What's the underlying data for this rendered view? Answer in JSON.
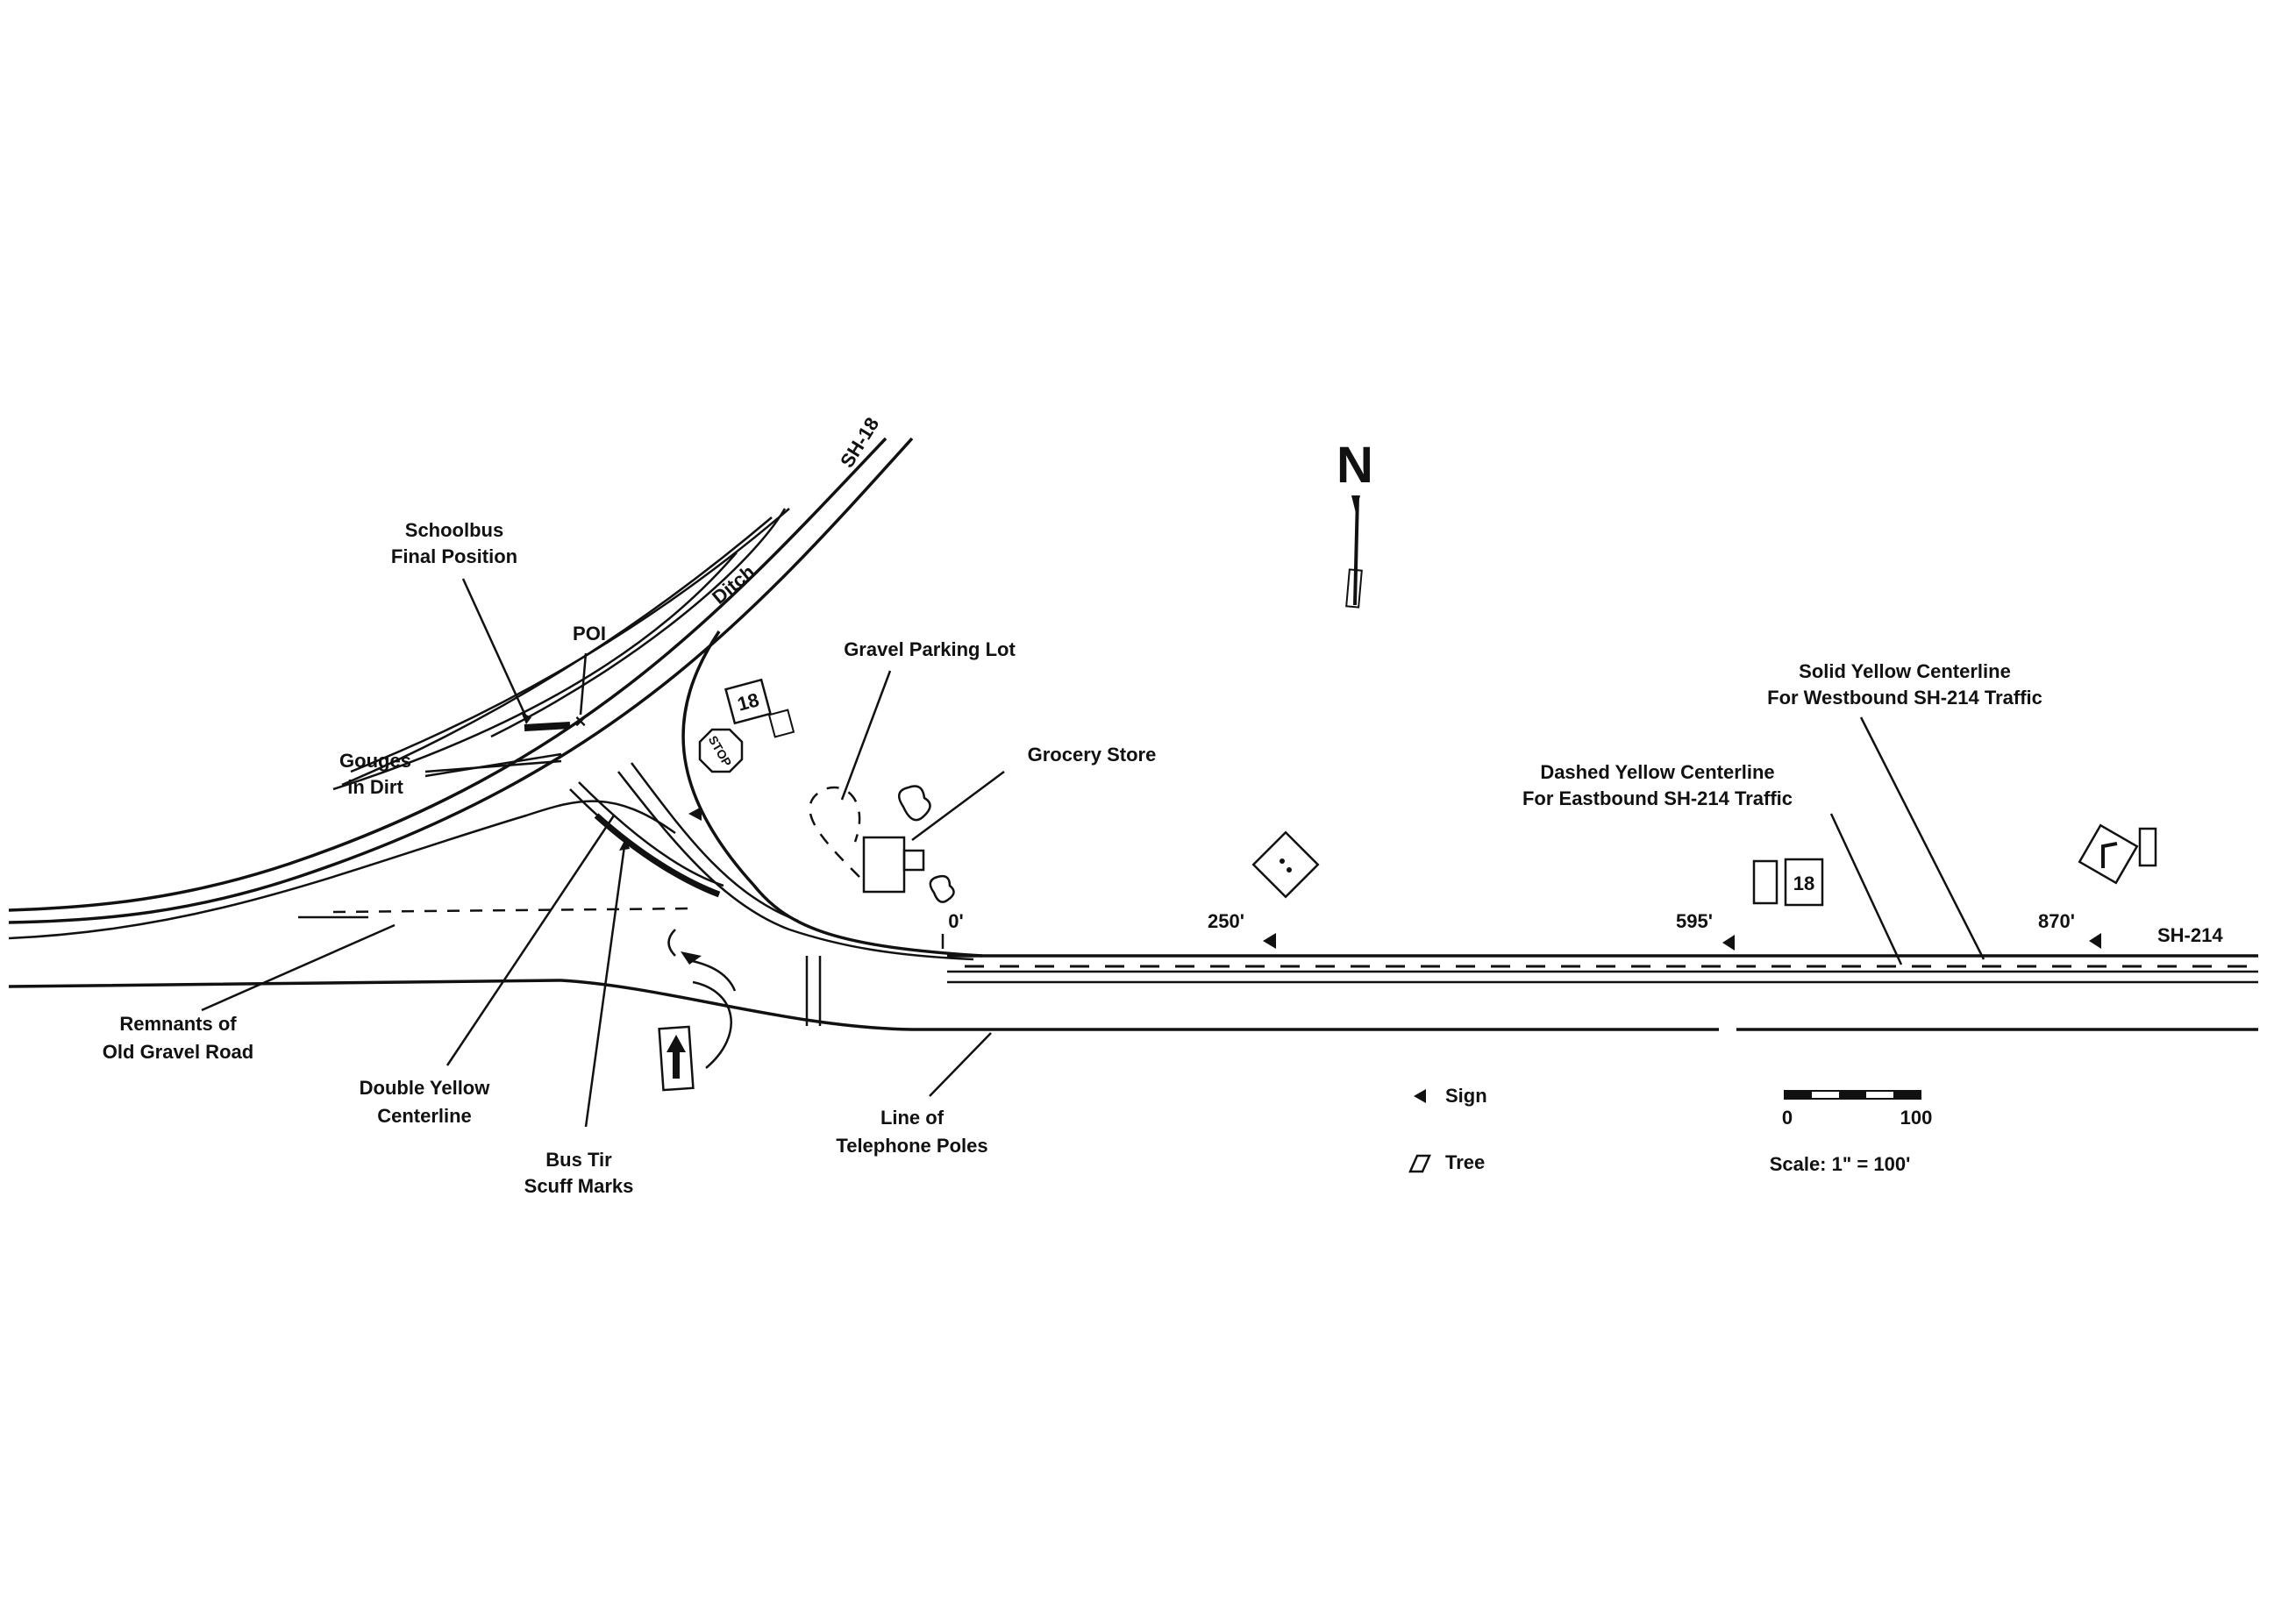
{
  "north": {
    "label": "N"
  },
  "roads": {
    "sh18": "SH-18",
    "sh214": "SH-214",
    "ditch": "Ditch"
  },
  "labels": {
    "schoolbus_line1": "Schoolbus",
    "schoolbus_line2": "Final Position",
    "poi": "POI",
    "gouges_line1": "Gouges",
    "gouges_line2": "in Dirt",
    "gravel_lot": "Gravel Parking Lot",
    "grocery": "Grocery Store",
    "remnants_line1": "Remnants of",
    "remnants_line2": "Old Gravel Road",
    "double_yellow_line1": "Double Yellow",
    "double_yellow_line2": "Centerline",
    "bus_tire_line1": "Bus Tir",
    "bus_tire_line2": "Scuff Marks",
    "telephone_line1": "Line of",
    "telephone_line2": "Telephone Poles",
    "solid_yellow_line1": "Solid Yellow Centerline",
    "solid_yellow_line2": "For Westbound SH-214 Traffic",
    "dashed_yellow_line1": "Dashed Yellow Centerline",
    "dashed_yellow_line2": "For Eastbound SH-214 Traffic"
  },
  "signs": {
    "stop": "STOP",
    "route_18": "18"
  },
  "distances": [
    "0'",
    "250'",
    "595'",
    "870'"
  ],
  "legend": {
    "sign": "Sign",
    "tree": "Tree",
    "scale_start": "0",
    "scale_end": "100",
    "scale": "Scale: 1\" = 100'"
  }
}
